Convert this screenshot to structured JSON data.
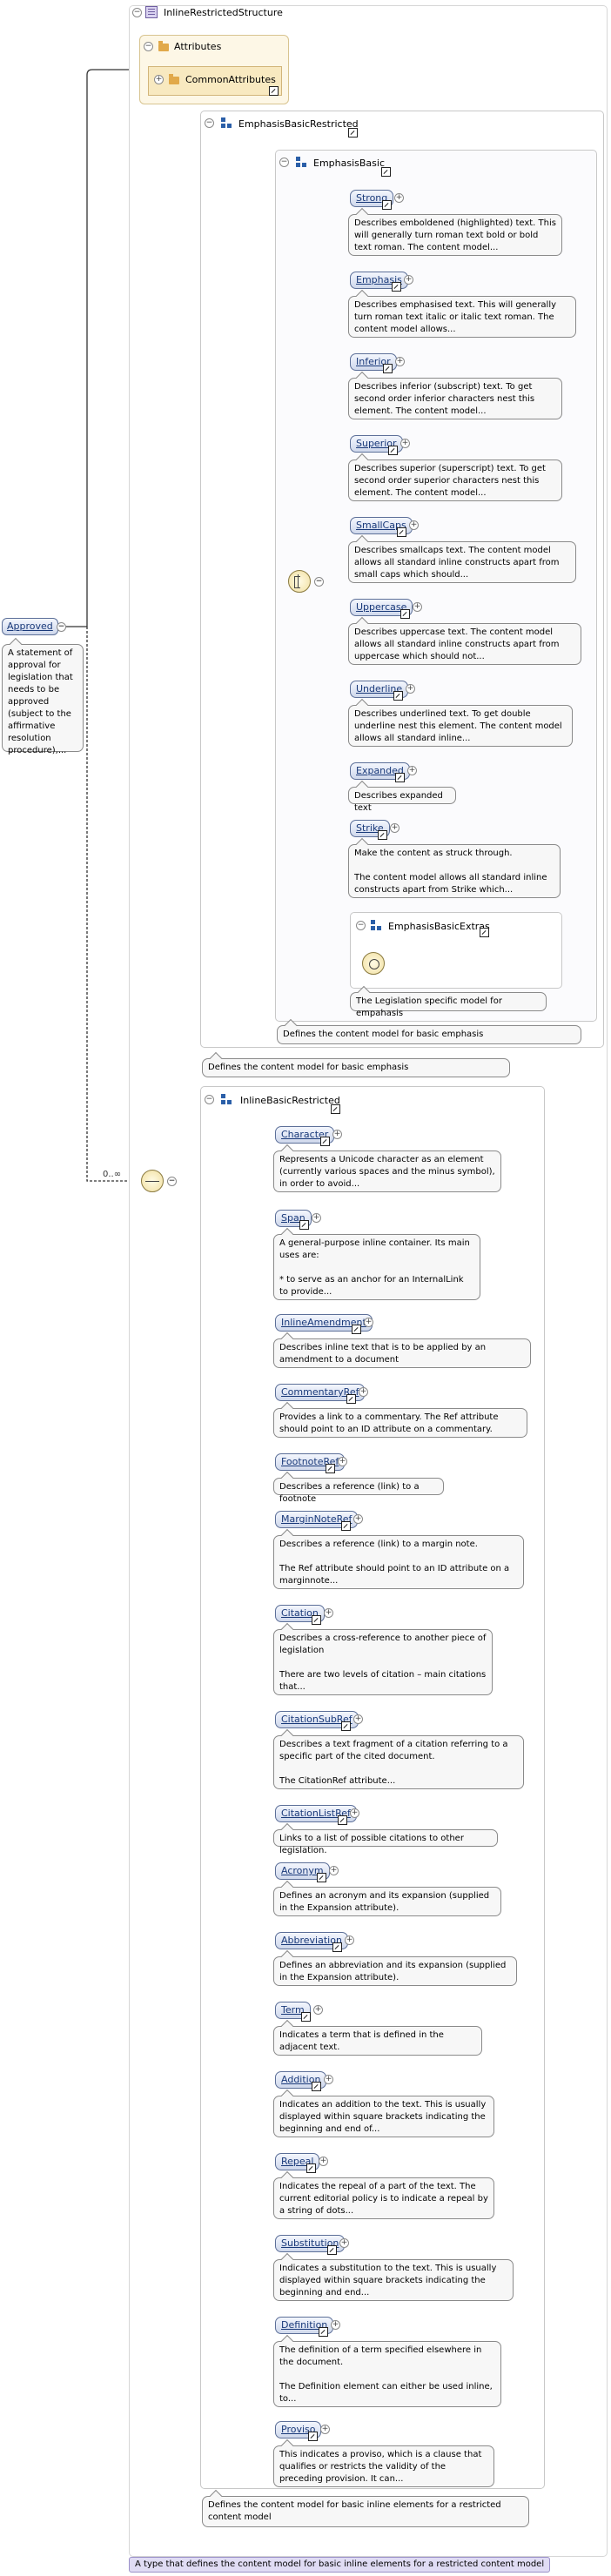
{
  "root": {
    "name": "Approved",
    "doc": "A statement of approval for legislation that needs to be approved (subject to the affirmative resolution procedure),..."
  },
  "type_name": "InlineRestrictedStructure",
  "attributes": {
    "title": "Attributes",
    "group": "CommonAttributes"
  },
  "occurrence": "0..∞",
  "emphasis_restricted": {
    "title": "EmphasisBasicRestricted",
    "doc": "Defines the content model for basic emphasis"
  },
  "emphasis_basic": {
    "title": "EmphasisBasic",
    "doc": "Defines the content model for basic emphasis",
    "elements": [
      {
        "name": "Strong",
        "doc": "Describes emboldened (highlighted) text. This will generally turn roman text bold or bold text roman. The content model..."
      },
      {
        "name": "Emphasis",
        "doc": "Describes emphasised text. This will generally turn roman text italic or italic text roman. The content model allows..."
      },
      {
        "name": "Inferior",
        "doc": "Describes inferior (subscript) text. To get second order inferior characters nest this element. The content model..."
      },
      {
        "name": "Superior",
        "doc": "Describes superior (superscript) text. To get second order superior characters nest this element. The content model..."
      },
      {
        "name": "SmallCaps",
        "doc": "Describes smallcaps text. The content model allows all standard inline constructs apart from small caps which should..."
      },
      {
        "name": "Uppercase",
        "doc": "Describes uppercase text. The content model allows all standard inline constructs apart from uppercase which should not..."
      },
      {
        "name": "Underline",
        "doc": "Describes underlined text. To get double underline nest this element. The content model allows all standard inline..."
      },
      {
        "name": "Expanded",
        "doc": "Describes expanded text"
      },
      {
        "name": "Strike",
        "doc": "Make the content as struck through.\n\nThe content model allows all standard inline constructs apart from Strike which..."
      }
    ],
    "extras": {
      "title": "EmphasisBasicExtras",
      "doc": "The Legislation specific model for empahasis"
    }
  },
  "inline_restricted": {
    "title": "InlineBasicRestricted",
    "doc": "Defines the content model for basic inline elements for a restricted content model",
    "elements": [
      {
        "name": "Character",
        "doc": "Represents a Unicode character as an element (currently various spaces and the minus symbol), in order to avoid..."
      },
      {
        "name": "Span",
        "doc": "A general-purpose inline container. Its main uses are:\n\n * to serve as an anchor for an InternalLink to provide..."
      },
      {
        "name": "InlineAmendment",
        "doc": "Describes inline text that is to be applied by an amendment to a document"
      },
      {
        "name": "CommentaryRef",
        "doc": "Provides a link to a commentary. The Ref attribute should point to an ID attribute on a commentary."
      },
      {
        "name": "FootnoteRef",
        "doc": "Describes a reference (link) to a footnote"
      },
      {
        "name": "MarginNoteRef",
        "doc": "Describes a reference (link) to a margin note.\n\nThe Ref attribute should point to an ID attribute on a marginnote..."
      },
      {
        "name": "Citation",
        "doc": "Describes a cross-reference to another piece of legislation\n\nThere are two levels of citation – main citations that..."
      },
      {
        "name": "CitationSubRef",
        "doc": "Describes a text fragment of a citation referring to a specific part of the cited document.\n\nThe CitationRef attribute..."
      },
      {
        "name": "CitationListRef",
        "doc": "Links to a list of possible citations to other legislation."
      },
      {
        "name": "Acronym",
        "doc": "Defines an acronym and its expansion (supplied in the Expansion attribute)."
      },
      {
        "name": "Abbreviation",
        "doc": "Defines an abbreviation and its expansion (supplied in the Expansion attribute)."
      },
      {
        "name": "Term",
        "doc": "Indicates a term that is defined in the adjacent text."
      },
      {
        "name": "Addition",
        "doc": "Indicates an addition to the text. This is usually displayed within square brackets indicating the beginning and end of..."
      },
      {
        "name": "Repeal",
        "doc": "Indicates the repeal of a part of the text. The current editorial policy is to indicate a repeal by a string of dots..."
      },
      {
        "name": "Substitution",
        "doc": "Indicates a substitution to the text. This is usually displayed within square brackets indicating the beginning and end..."
      },
      {
        "name": "Definition",
        "doc": "The definition of a term specified elsewhere in the document.\n\nThe Definition element can either be used inline, to..."
      },
      {
        "name": "Proviso",
        "doc": "This indicates a proviso, which is a clause that qualifies or restricts the validity of the preceding provision. It can..."
      }
    ]
  },
  "type_doc": "A type that defines the content model for basic inline elements for a restricted content model"
}
